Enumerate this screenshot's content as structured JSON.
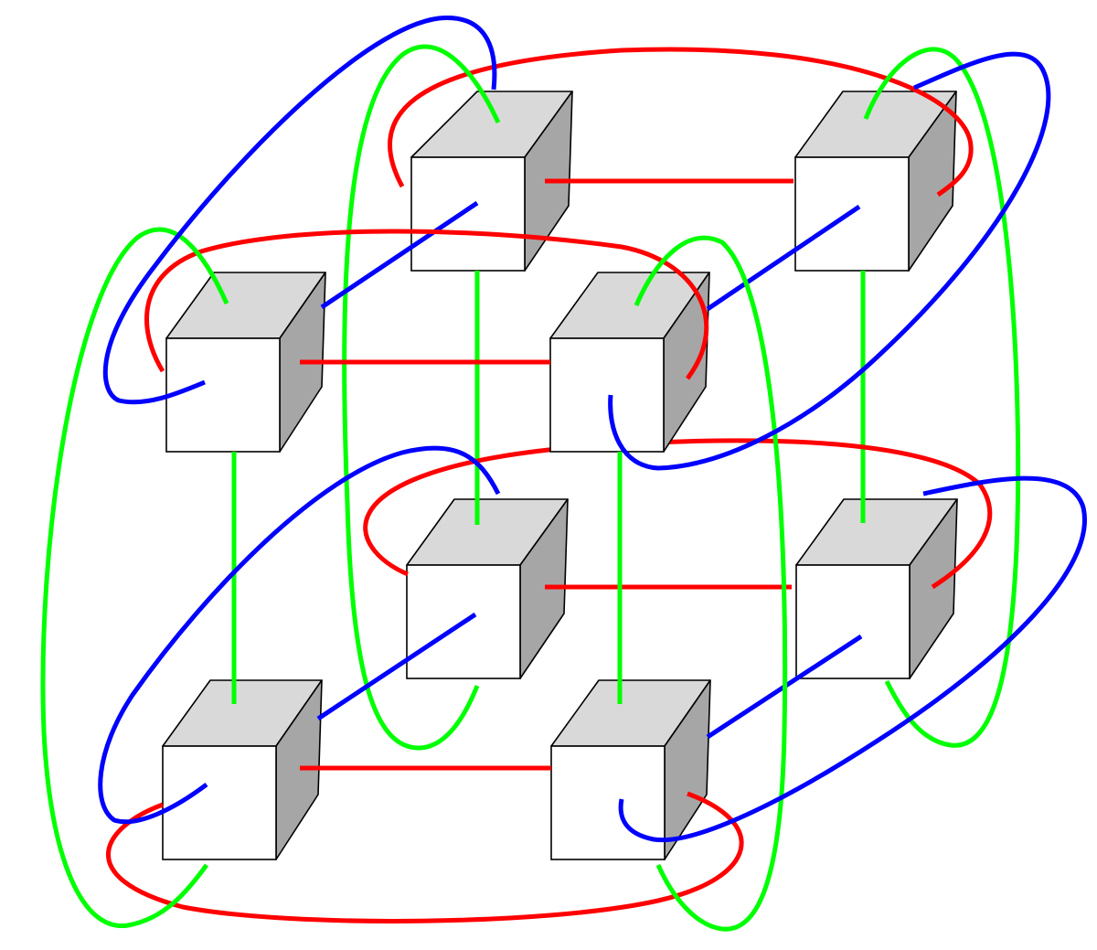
{
  "diagram": {
    "description_type": "3D torus interconnect of 8 nodes",
    "colors": {
      "background": "#ffffff",
      "cube_front": "#ffffff",
      "cube_top": "#d9d9d9",
      "cube_side": "#a6a6a6",
      "cube_outline": "#000000",
      "x_links": "#ff0000",
      "y_links": "#00ff00",
      "z_links": "#0000ff"
    },
    "nodes": [
      {
        "id": "node-front-top-left",
        "row": "top",
        "layer": "front",
        "col": "left"
      },
      {
        "id": "node-front-top-right",
        "row": "top",
        "layer": "front",
        "col": "right"
      },
      {
        "id": "node-front-bottom-left",
        "row": "bottom",
        "layer": "front",
        "col": "left"
      },
      {
        "id": "node-front-bottom-right",
        "row": "bottom",
        "layer": "front",
        "col": "right"
      },
      {
        "id": "node-back-top-left",
        "row": "top",
        "layer": "back",
        "col": "left"
      },
      {
        "id": "node-back-top-right",
        "row": "top",
        "layer": "back",
        "col": "right"
      },
      {
        "id": "node-back-bottom-left",
        "row": "bottom",
        "layer": "back",
        "col": "left"
      },
      {
        "id": "node-back-bottom-right",
        "row": "bottom",
        "layer": "back",
        "col": "right"
      }
    ],
    "link_groups": [
      {
        "axis": "x",
        "color": "#ff0000",
        "kind": "direct and wraparound"
      },
      {
        "axis": "y",
        "color": "#00ff00",
        "kind": "direct and wraparound"
      },
      {
        "axis": "z",
        "color": "#0000ff",
        "kind": "direct and wraparound"
      }
    ]
  }
}
